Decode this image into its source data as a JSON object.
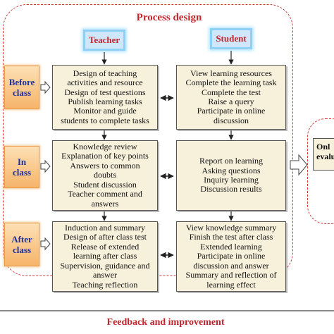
{
  "title": "Process design",
  "roles": {
    "teacher": "Teacher",
    "student": "Student"
  },
  "phases": [
    {
      "line1": "Before",
      "line2": "class"
    },
    {
      "line1": "In",
      "line2": "class"
    },
    {
      "line1": "After",
      "line2": "class"
    }
  ],
  "teacher_boxes": [
    [
      "Design of teaching",
      "activities and resource",
      "Design of test questions",
      "Publish learning tasks",
      "Monitor and guide",
      "students to complete tasks"
    ],
    [
      "Knowledge review",
      "Explanation of key points",
      "Answers to common",
      "doubts",
      "Student discussion",
      "Teacher comment and",
      "answers"
    ],
    [
      "Induction and summary",
      "Design of after class test",
      "Release of extended",
      "learning after class",
      "Supervision, guidance and",
      "answer",
      "Teaching reflection"
    ]
  ],
  "student_boxes": [
    [
      "View learning resources",
      "Complete the learning task",
      "Complete the test",
      "Raise a query",
      "Participate in online",
      "discussion"
    ],
    [
      "Report on learning",
      "Asking questions",
      "Inquiry learning",
      "Discussion results"
    ],
    [
      "View knowledge summary",
      "Finish the test after class",
      "Extended learning",
      "Participate in online",
      "discussion and answer",
      "Summary and reflection of",
      "learning effect"
    ]
  ],
  "evaluation": {
    "line1": "Onl",
    "line2": "evalu"
  },
  "feedback": "Feedback and improvement",
  "colors": {
    "accent_red": "#c0262c",
    "phase_blue": "#1a2fa3",
    "frame_dash": "#d23a3a"
  }
}
